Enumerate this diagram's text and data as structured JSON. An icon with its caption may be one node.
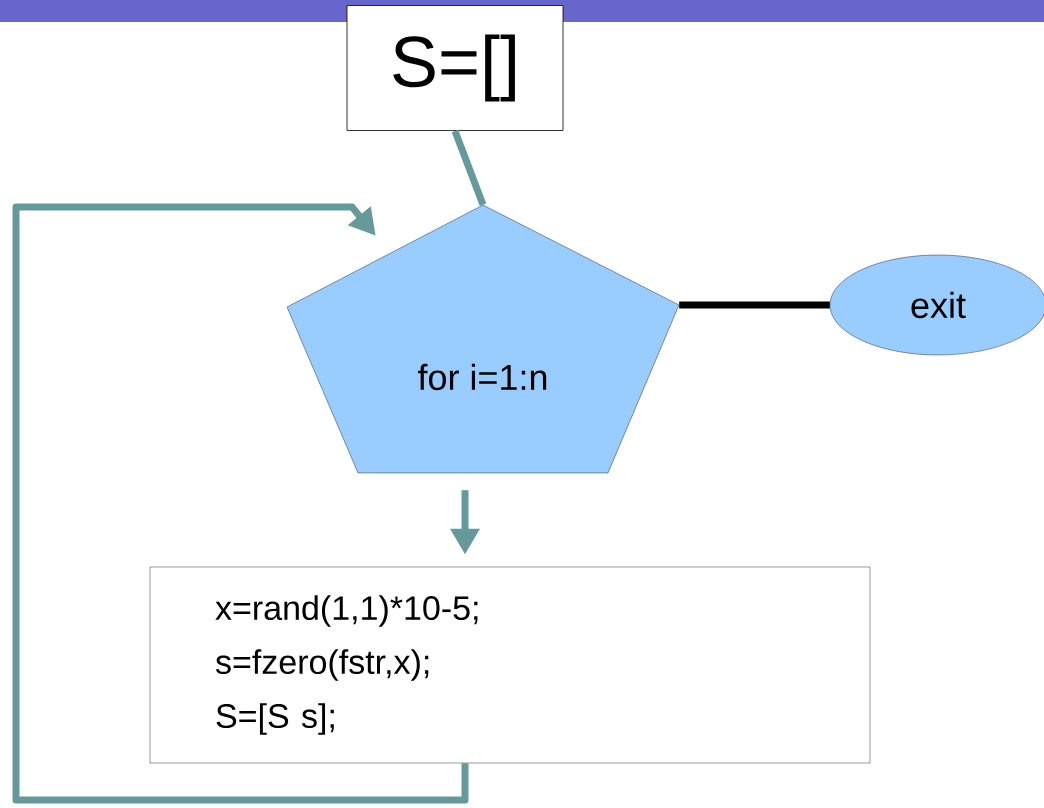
{
  "diagram": {
    "nodes": [
      {
        "text": [
          "S=[]"
        ]
      },
      {
        "text": [
          "for i=1:n"
        ]
      },
      {
        "text": [
          "exit"
        ]
      },
      {
        "text": [
          "x=rand(1,1)*10-5;",
          "s=fzero(fstr,x);",
          "S=[S s];"
        ]
      }
    ],
    "edges": [
      {
        "from": 0,
        "to": 1,
        "arrow": "none"
      },
      {
        "from": 1,
        "to": 2,
        "arrow": "none",
        "color": "#000000"
      },
      {
        "from": 1,
        "to": 3,
        "arrow": "to"
      },
      {
        "from": 3,
        "to": 1,
        "arrow": "to"
      }
    ]
  }
}
